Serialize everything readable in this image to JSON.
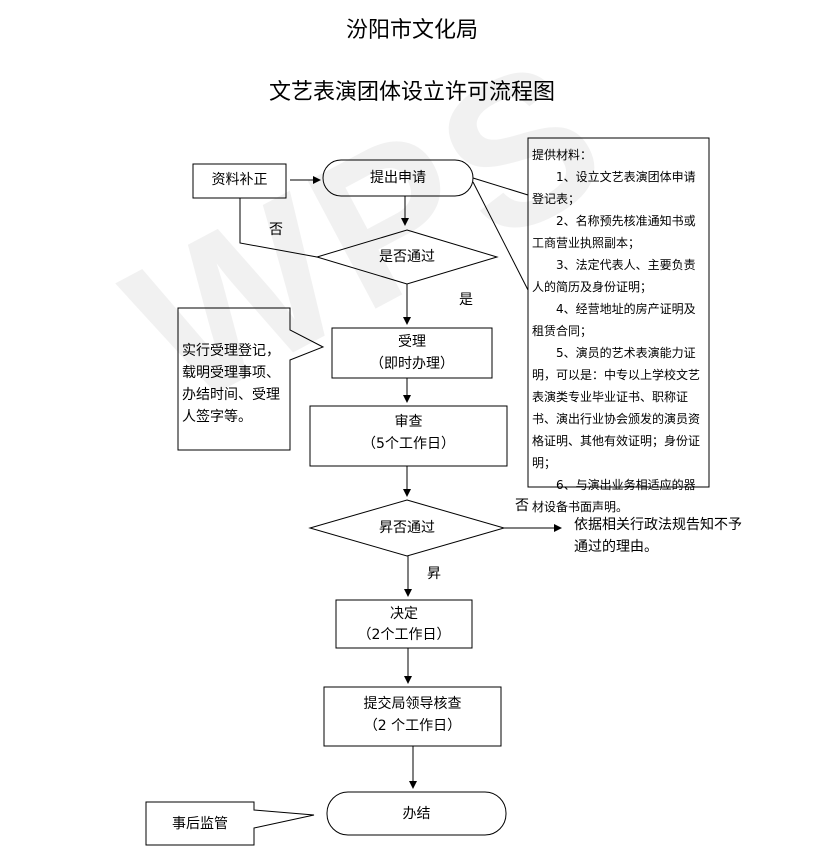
{
  "header": {
    "org": "汾阳市文化局",
    "title": "文艺表演团体设立许可流程图"
  },
  "flow": {
    "apply": "提出申请",
    "correction": "资料补正",
    "check1": "是否通过",
    "no1": "否",
    "yes1": "是",
    "accept": {
      "line1": "受理",
      "line2": "（即时办理）"
    },
    "accept_note": "实行受理登记，载明受理事项、办结时间、受理人签字等。",
    "review": {
      "line1": "审查",
      "line2": "（5个工作日）"
    },
    "check2": "昇否通过",
    "no2": "否",
    "yes2": "昇",
    "reject": "依据相关行政法规告知不予通过的理由。",
    "decide": {
      "line1": "决定",
      "line2": "（2个工作日）"
    },
    "submit": {
      "line1": "提交局领导核查",
      "line2": "（2 个工作日）"
    },
    "finish": "办结",
    "supervise": "事后监管"
  },
  "materials": {
    "heading": "提供材料：",
    "items": [
      "1、设立文艺表演团体申请登记表；",
      "2、名称预先核准通知书或工商营业执照副本；",
      "3、法定代表人、主要负责人的简历及身份证明；",
      "4、经营地址的房产证明及租赁合同；",
      "5、演员的艺术表演能力证明，可以是：中专以上学校文艺表演类专业毕业证书、职称证书、演出行业协会颁发的演员资格证明、其他有效证明；身份证明；",
      "6、与演出业务相适应的器材设备书面声明。"
    ]
  },
  "watermark": "WPS"
}
